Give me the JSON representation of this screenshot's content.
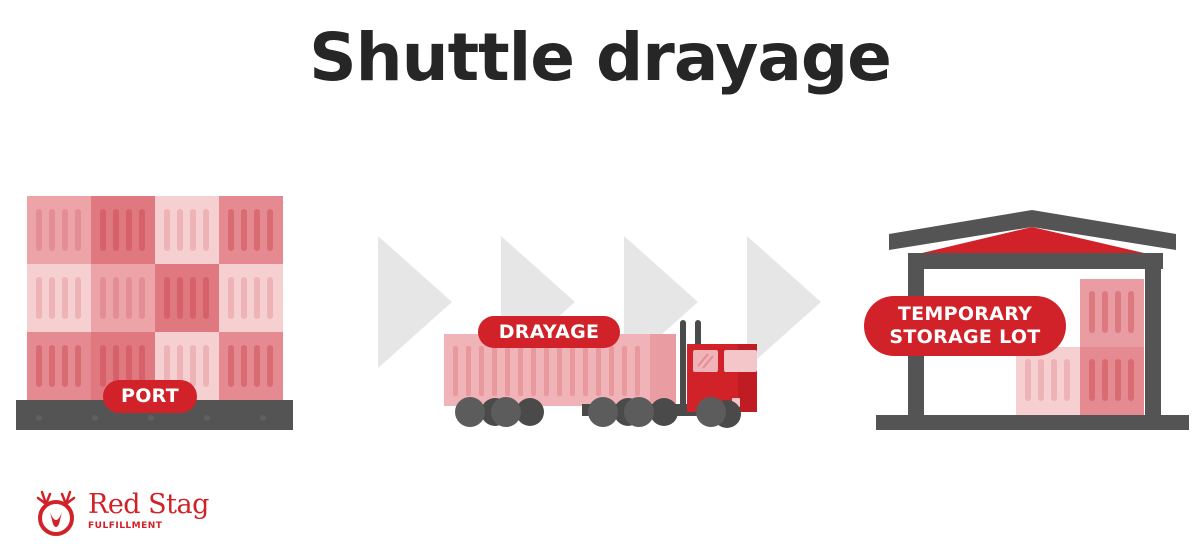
{
  "title": "Shuttle drayage",
  "stages": [
    {
      "label": "PORT"
    },
    {
      "label": "DRAYAGE"
    },
    {
      "label_line1": "TEMPORARY",
      "label_line2": "STORAGE LOT"
    }
  ],
  "logo": {
    "name": "Red Stag",
    "subtitle": "FULFILLMENT"
  },
  "colors": {
    "brand_red": "#d12229",
    "dark_gray": "#545454",
    "title_text": "#262626",
    "arrow_gray": "#e6e6e6",
    "container_dark": "#e07880",
    "container_mid": "#eda4a8",
    "container_light": "#f6cfd1"
  }
}
